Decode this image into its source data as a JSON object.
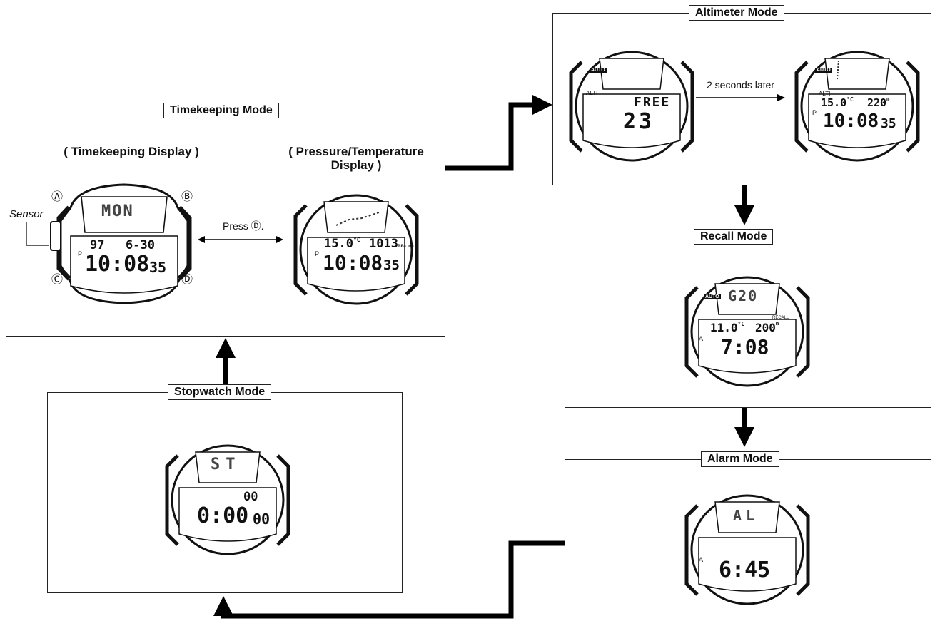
{
  "timekeeping": {
    "title": "Timekeeping Mode",
    "display_label": "( Timekeeping Display )",
    "pt_label_line1": "( Pressure/Temperature",
    "pt_label_line2": "Display )",
    "press_text": "Press Ⓓ.",
    "sensor_label": "Sensor",
    "buttons": [
      "Ⓐ",
      "Ⓑ",
      "Ⓒ",
      "Ⓓ"
    ],
    "watch1": {
      "top": "MON",
      "left": "97",
      "right": "6-30",
      "ampm": "P",
      "time": "10:08",
      "seconds": "35"
    },
    "watch2": {
      "temp": "15.0",
      "temp_unit": "°C",
      "pressure": "1013",
      "pressure_unit": "hPa mb",
      "ampm": "P",
      "time": "10:08",
      "seconds": "35"
    }
  },
  "altimeter": {
    "title": "Altimeter Mode",
    "later_text": "2 seconds later",
    "watch1": {
      "badge": "AUTO",
      "mode": "ALTI",
      "status": "FREE",
      "value": "23"
    },
    "watch2": {
      "badge": "AUTO",
      "mode": "ALTI",
      "temp": "15.0",
      "temp_unit": "°C",
      "alt": "220",
      "alt_unit": "m",
      "ampm": "P",
      "time": "10:08",
      "seconds": "35"
    }
  },
  "recall": {
    "title": "Recall Mode",
    "watch": {
      "badge": "AUTO",
      "top": "G20",
      "label": "RECALL",
      "temp": "11.0",
      "temp_unit": "°C",
      "alt": "200",
      "alt_unit": "m",
      "ampm": "A",
      "time": "7:08"
    }
  },
  "stopwatch": {
    "title": "Stopwatch Mode",
    "watch": {
      "top": "ST",
      "upper": "00",
      "time": "0:00",
      "hundredths": "00"
    }
  },
  "alarm": {
    "title": "Alarm Mode",
    "watch": {
      "top": "AL",
      "ampm": "A",
      "time": "6:45"
    }
  }
}
